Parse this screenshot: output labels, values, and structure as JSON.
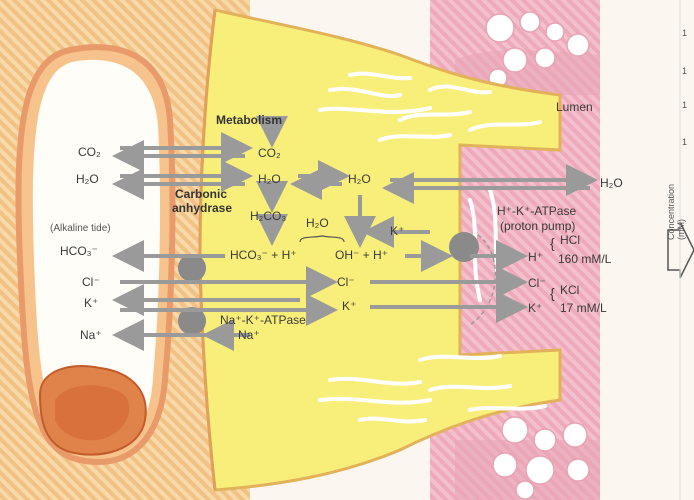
{
  "labels": {
    "co2_left": "CO₂",
    "h2o_left": "H₂O",
    "alkaline_tide": "(Alkaline tide)",
    "hco3_left": "HCO₃⁻",
    "cl_left": "Cl⁻",
    "k_left": "K⁺",
    "na_left": "Na⁺",
    "metabolism": "Metabolism",
    "co2_cell": "CO₂",
    "h2o_cell": "H₂O",
    "carbonic": "Carbonic",
    "anhydrase": "anhydrase",
    "h2co3": "H₂CO₃",
    "h2o_brace": "H₂O",
    "hco3_h": "HCO₃⁻ + H⁺",
    "h2o_mid": "H₂O",
    "oh_h": "OH⁻ + H⁺",
    "k_plus_mid": "K⁺",
    "cl_mid": "Cl⁻",
    "k_mid": "K⁺",
    "na_k_atpase": "Na⁺-K⁺-ATPase",
    "na_cell": "Na⁺",
    "lumen": "Lumen",
    "h2o_lumen": "H₂O",
    "hk_atpase": "H⁺-K⁺-ATPase",
    "proton_pump": "(proton pump)",
    "h_lumen": "H⁺",
    "cl_lumen": "Cl⁻",
    "k_lumen": "K⁺",
    "hcl": "HCl",
    "hcl_conc": "160 mM/L",
    "kcl": "KCl",
    "kcl_conc": "17 mM/L",
    "conc_axis": "Concentration (mM)",
    "tick_1": "1",
    "tick_2": "1",
    "tick_3": "1",
    "tick_4": "1"
  },
  "colors": {
    "cell_yellow": "#f8ef7a",
    "pink": "#f0b6c4",
    "orange_stripe": "#f6cf9a",
    "arrow": "#9a9a9a",
    "pump": "#8a8a8a"
  }
}
